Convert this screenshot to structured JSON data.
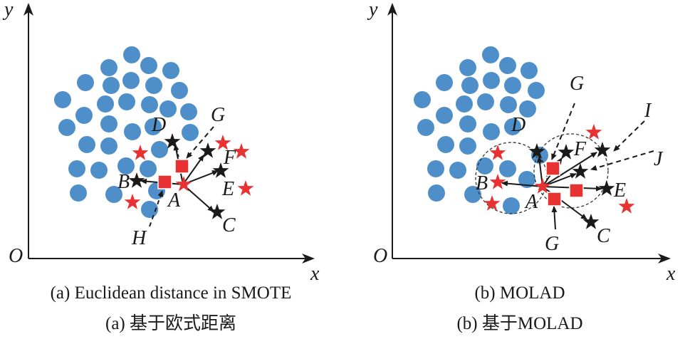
{
  "colors": {
    "majority_fill": "#4f8fc9",
    "minority_red": "#e83131",
    "synthetic_black": "#1a1a1a",
    "axis": "#1a1a1a"
  },
  "panels": [
    {
      "axis": {
        "x_label": "x",
        "y_label": "y",
        "origin_label": "O"
      },
      "point_labels": [
        "A",
        "B",
        "C",
        "D",
        "E",
        "F",
        "G",
        "H"
      ],
      "caption_en": "(a) Euclidean distance in SMOTE",
      "caption_zh": "(a) 基于欧式距离"
    },
    {
      "axis": {
        "x_label": "x",
        "y_label": "y",
        "origin_label": "O"
      },
      "point_labels": [
        "A",
        "B",
        "C",
        "D",
        "E",
        "F",
        "G",
        "G",
        "I",
        "J"
      ],
      "caption_en": "(b)  MOLAD",
      "caption_zh": "(b) 基于MOLAD"
    }
  ]
}
